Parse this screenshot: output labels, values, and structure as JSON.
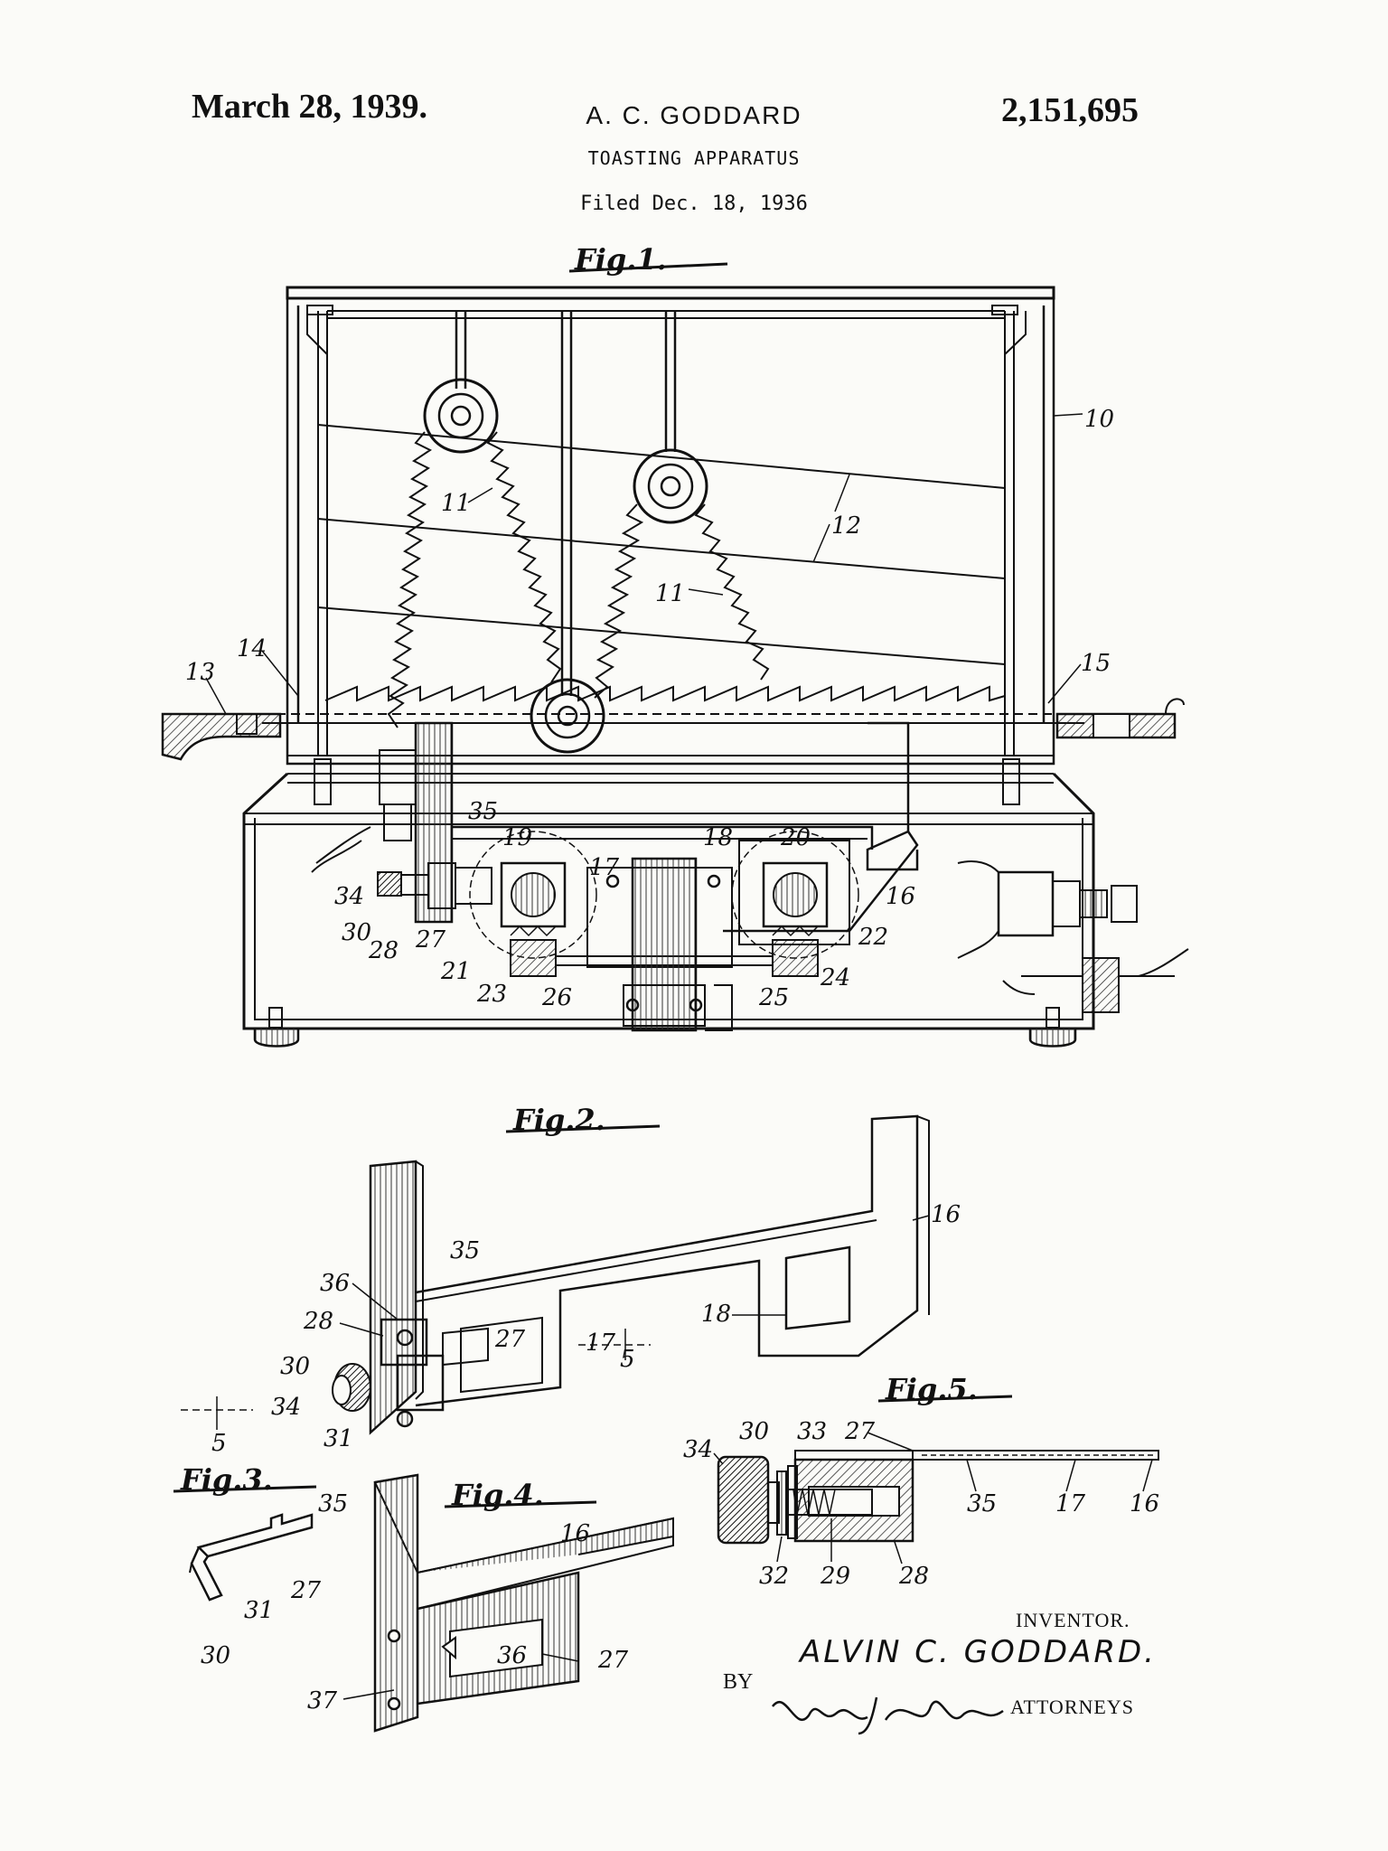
{
  "header": {
    "date": "March 28, 1939.",
    "inventor_name": "A. C. GODDARD",
    "patent_number": "2,151,695",
    "title": "TOASTING APPARATUS",
    "filed": "Filed Dec. 18, 1936"
  },
  "figures": {
    "fig1": "Fig.1.",
    "fig2": "Fig.2.",
    "fig3": "Fig.3.",
    "fig4": "Fig.4.",
    "fig5": "Fig.5."
  },
  "refs": {
    "fig1": [
      "10",
      "11",
      "12",
      "11",
      "13",
      "14",
      "15",
      "35",
      "19",
      "17",
      "18",
      "20",
      "16",
      "34",
      "30",
      "28",
      "27",
      "21",
      "23",
      "26",
      "25",
      "24",
      "22"
    ],
    "fig2": [
      "16",
      "35",
      "36",
      "28",
      "27",
      "17",
      "5",
      "18",
      "30",
      "34",
      "31",
      "5"
    ],
    "fig3": [
      "35",
      "27",
      "31",
      "30"
    ],
    "fig4": [
      "16",
      "36",
      "27",
      "37"
    ],
    "fig5": [
      "34",
      "30",
      "33",
      "27",
      "35",
      "17",
      "16",
      "32",
      "29",
      "28"
    ]
  },
  "footer": {
    "inventor_label": "INVENTOR.",
    "inventor": "ALVIN C. GODDARD.",
    "by": "BY",
    "attorneys_label": "ATTORNEYS",
    "signature": "Vkina & Pauber"
  }
}
